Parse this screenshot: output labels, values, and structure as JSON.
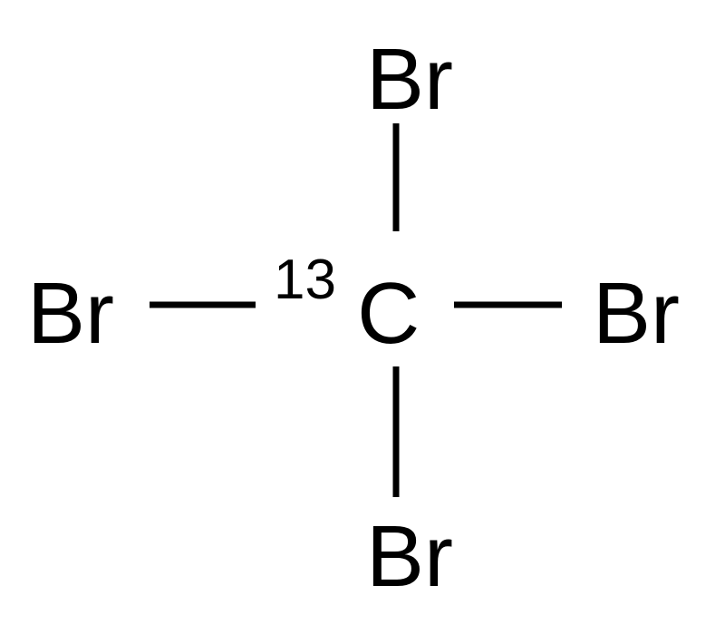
{
  "molecule": {
    "center_atom": "C",
    "isotope_mass": "13",
    "substituents": {
      "top": "Br",
      "left": "Br",
      "right": "Br",
      "bottom": "Br"
    },
    "bond_color": "#000000",
    "text_color": "#000000",
    "background_color": "#ffffff"
  }
}
